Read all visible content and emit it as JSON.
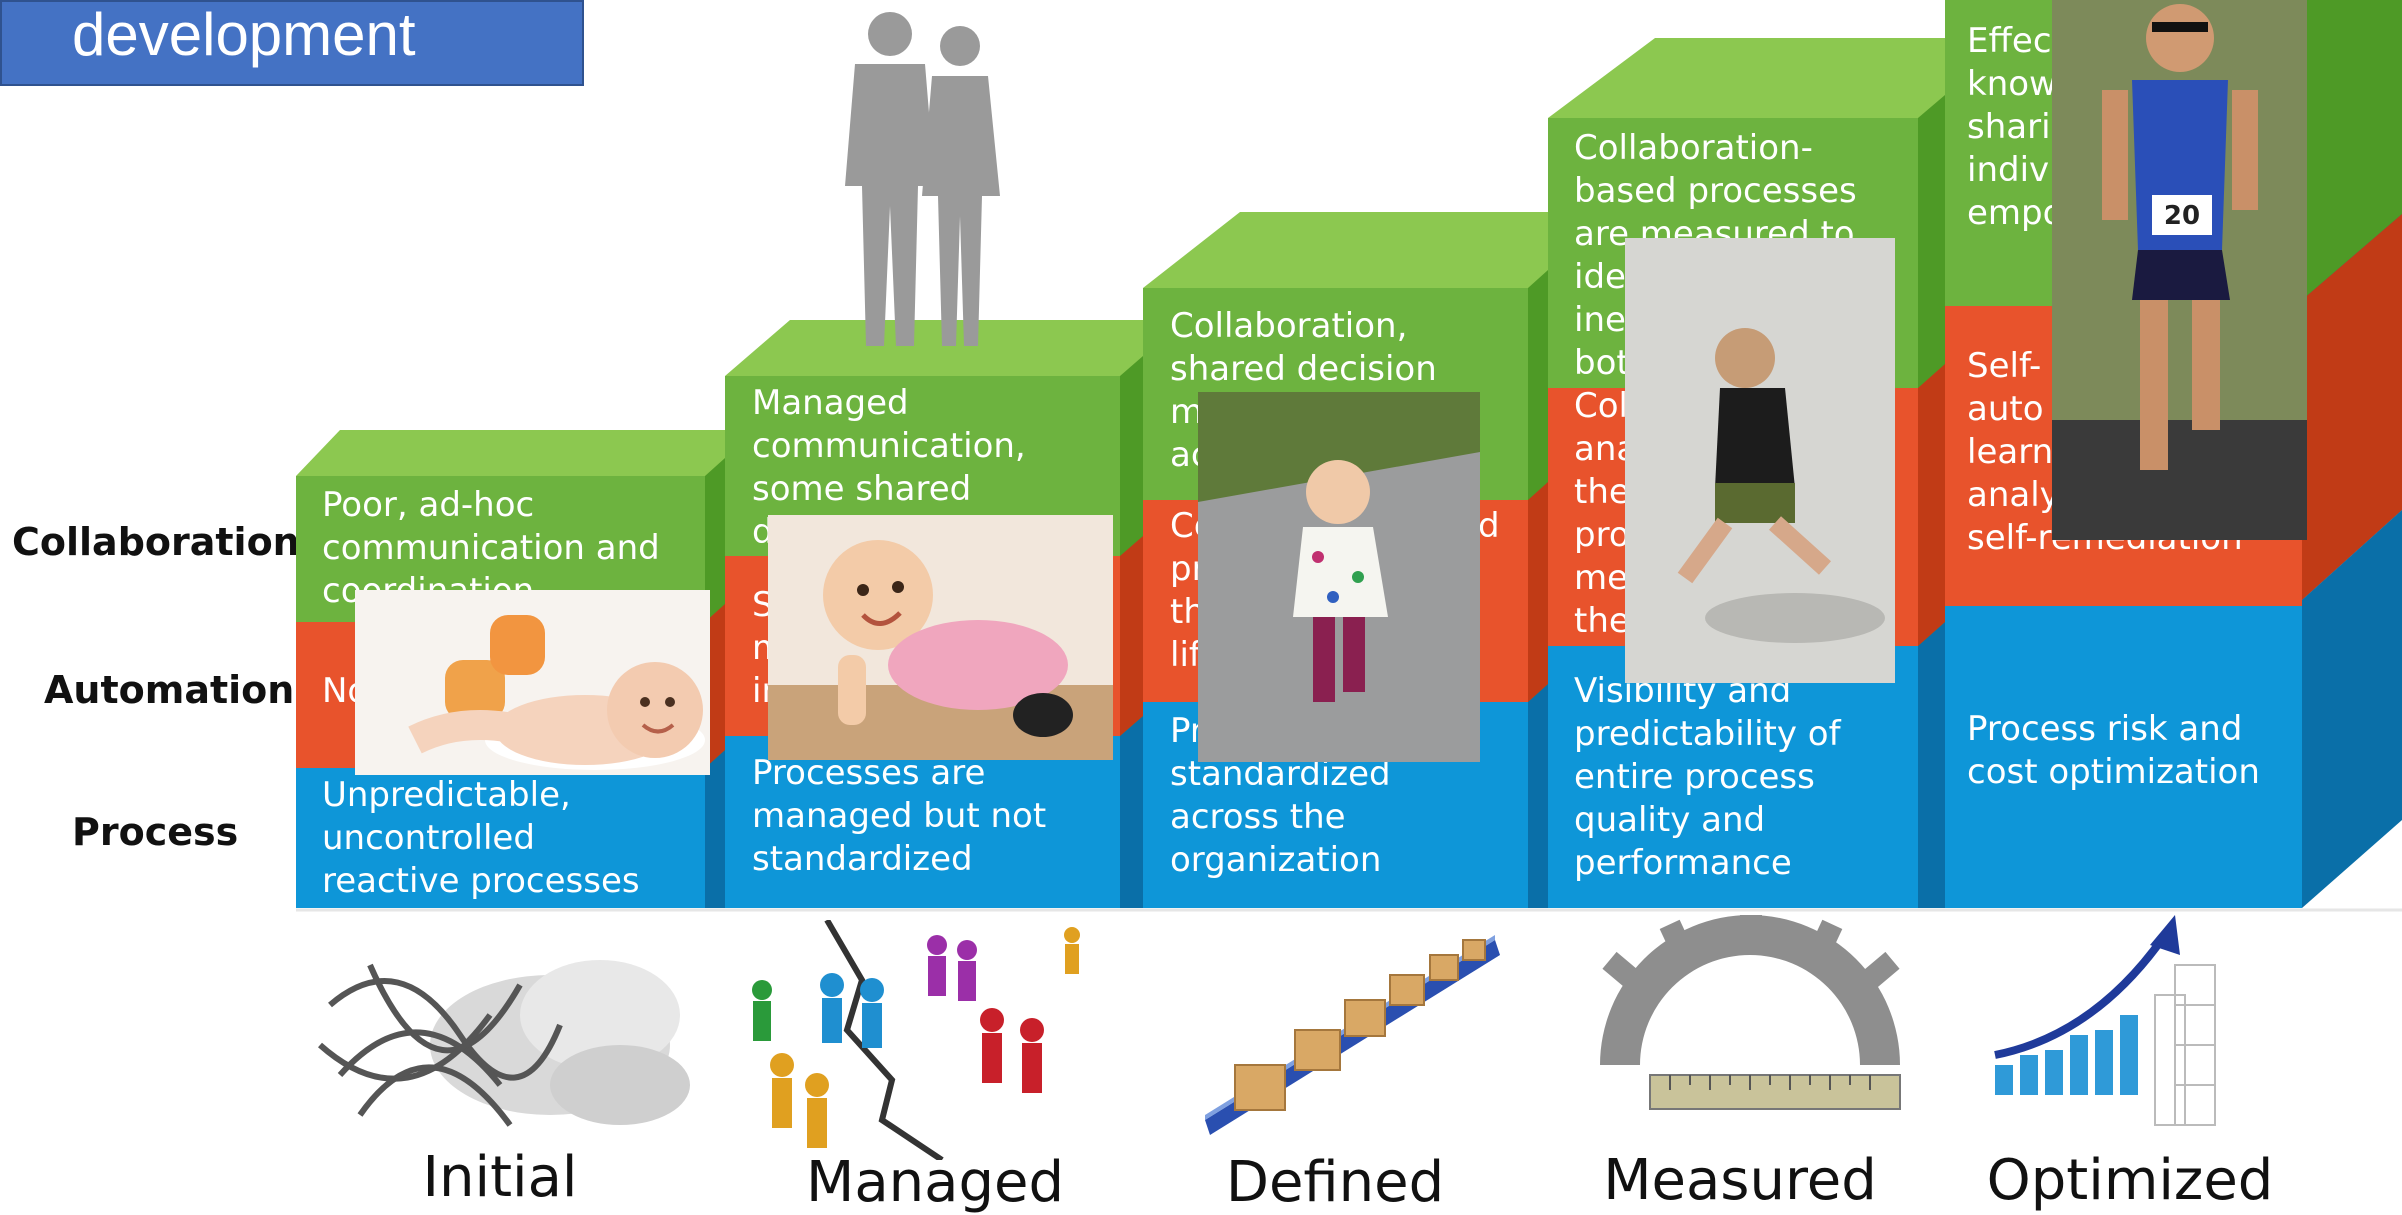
{
  "title": "development",
  "row_labels": {
    "collaboration": "Collaboration",
    "automation": "Automation",
    "process": "Process"
  },
  "colors": {
    "green": "#6db33f",
    "green_top": "#8cc850",
    "green_side": "#4e9a26",
    "red": "#e8532c",
    "red_side": "#c13b16",
    "blue": "#0e96d8",
    "blue_side": "#0a6fa8",
    "title_bg": "#4472c4"
  },
  "stages": [
    {
      "name": "Initial",
      "collaboration": [
        "Poor, ad-hoc",
        "communication and",
        "coordination"
      ],
      "automation": [
        "No"
      ],
      "process": [
        "Unpredictable,",
        "uncontrolled",
        "reactive processes"
      ],
      "photo": "baby-lying-photo",
      "icon": "tangled-cables-cloud-icon"
    },
    {
      "name": "Managed",
      "collaboration": [
        "Managed",
        "communication,",
        "some shared",
        "d"
      ],
      "automation": [
        "S",
        "m",
        "in"
      ],
      "process": [
        "Processes are",
        "managed but not",
        "standardized"
      ],
      "photo": "baby-crawling-photo",
      "icon": "divided-people-icon"
    },
    {
      "name": "Defined",
      "collaboration": [
        "Collaboration,",
        "shared decision",
        "m",
        "ac"
      ],
      "automation": [
        "Ce",
        "pr",
        "th",
        "lif"
      ],
      "automation_right": "d",
      "process": [
        "Pr",
        "standardized",
        "across the",
        "organization"
      ],
      "photo": "toddler-walking-photo",
      "icon": "conveyor-boxes-icon"
    },
    {
      "name": "Measured",
      "collaboration": [
        "Collaboration-",
        "based processes",
        "are measured to",
        "ide",
        "ine",
        "bot"
      ],
      "automation": [
        "Col",
        "ana",
        "the",
        "pro",
        "me",
        "the"
      ],
      "process": [
        "Visibility and",
        "predictability of",
        "entire process",
        "quality and",
        "performance"
      ],
      "photo": "child-running-photo",
      "icon": "gear-ruler-icon"
    },
    {
      "name": "Optimized",
      "collaboration": [
        "Effec",
        "know",
        "shari",
        "indiv",
        "empo"
      ],
      "automation": [
        "Self-",
        "auto",
        "learn",
        "analy",
        "self-remediation"
      ],
      "process": [
        "Process risk and",
        "cost optimization"
      ],
      "bib": "20",
      "photo": "runner-photo",
      "icon": "growth-chart-arrow-icon"
    }
  ],
  "figures": "business-people-silhouette"
}
